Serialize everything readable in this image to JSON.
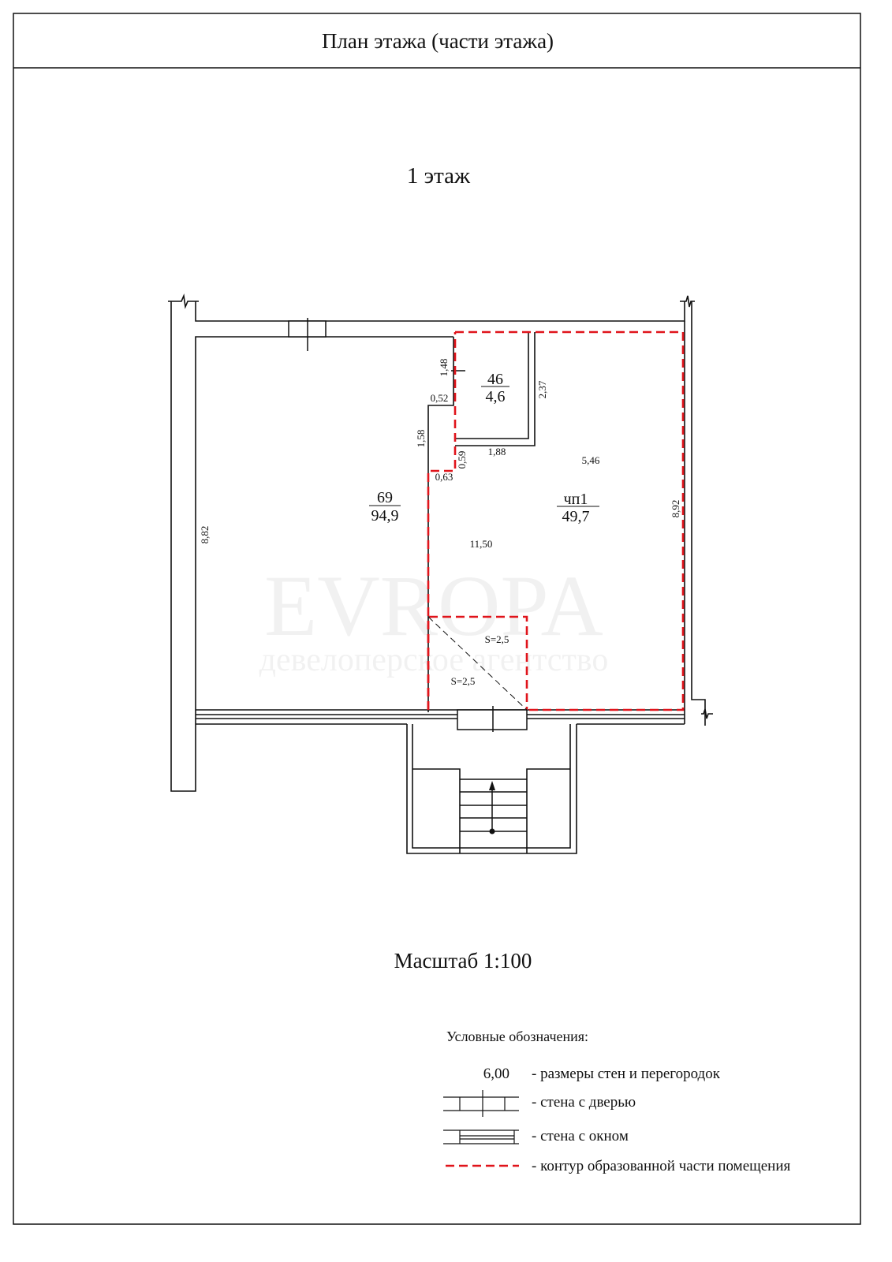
{
  "header": {
    "title": "План этажа (части этажа)"
  },
  "floor_label": "1 этаж",
  "rooms": [
    {
      "number": "69",
      "area": "94,9"
    },
    {
      "number": "46",
      "area": "4,6"
    },
    {
      "number": "чп1",
      "area": "49,7"
    }
  ],
  "dimensions": {
    "left_wall": "8,82",
    "right_wall": "8,92",
    "d148": "1,48",
    "d052": "0,52",
    "d158": "1,58",
    "d059": "0,59",
    "d063": "0,63",
    "d188": "1,88",
    "d237": "2,37",
    "d546": "5,46",
    "d1150": "11,50"
  },
  "areas_split": [
    "S=2,5",
    "S=2,5"
  ],
  "watermark": {
    "brand": "EVROPA",
    "tagline": "девелоперское агентство"
  },
  "scale": "Масштаб 1:100",
  "legend": {
    "title": "Условные обозначения:",
    "sample_dimension": "6,00",
    "items": [
      "- размеры стен и перегородок",
      "- стена с дверью",
      "- стена с окном",
      "- контур образованной части помещения"
    ]
  },
  "colors": {
    "contour": "#e0141b",
    "lines": "#111111"
  }
}
